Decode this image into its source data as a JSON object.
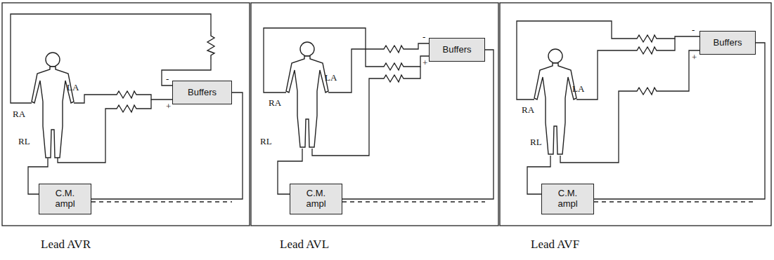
{
  "diagram": {
    "nodes": [
      {
        "text": [
          "Buffers"
        ]
      },
      {
        "text": [
          "C.M. ampl"
        ]
      },
      {
        "text": [
          "Buffers"
        ]
      },
      {
        "text": [
          "C.M. ampl"
        ]
      },
      {
        "text": [
          "Buffers"
        ]
      },
      {
        "text": [
          "C.M. ampl"
        ]
      }
    ],
    "edges": [
      {
        "from": 0,
        "to": 1,
        "arrow": "none"
      },
      {
        "from": 2,
        "to": 3,
        "arrow": "none"
      },
      {
        "from": 4,
        "to": 5,
        "arrow": "none"
      }
    ],
    "labels": [
      "RA",
      "LA",
      "RL",
      "-",
      "+",
      "Lead AVR",
      "RA",
      "LA",
      "RL",
      "-",
      "+",
      "Lead AVL",
      "RA",
      "LA",
      "RL",
      "-",
      "+",
      "Lead AVF"
    ]
  }
}
